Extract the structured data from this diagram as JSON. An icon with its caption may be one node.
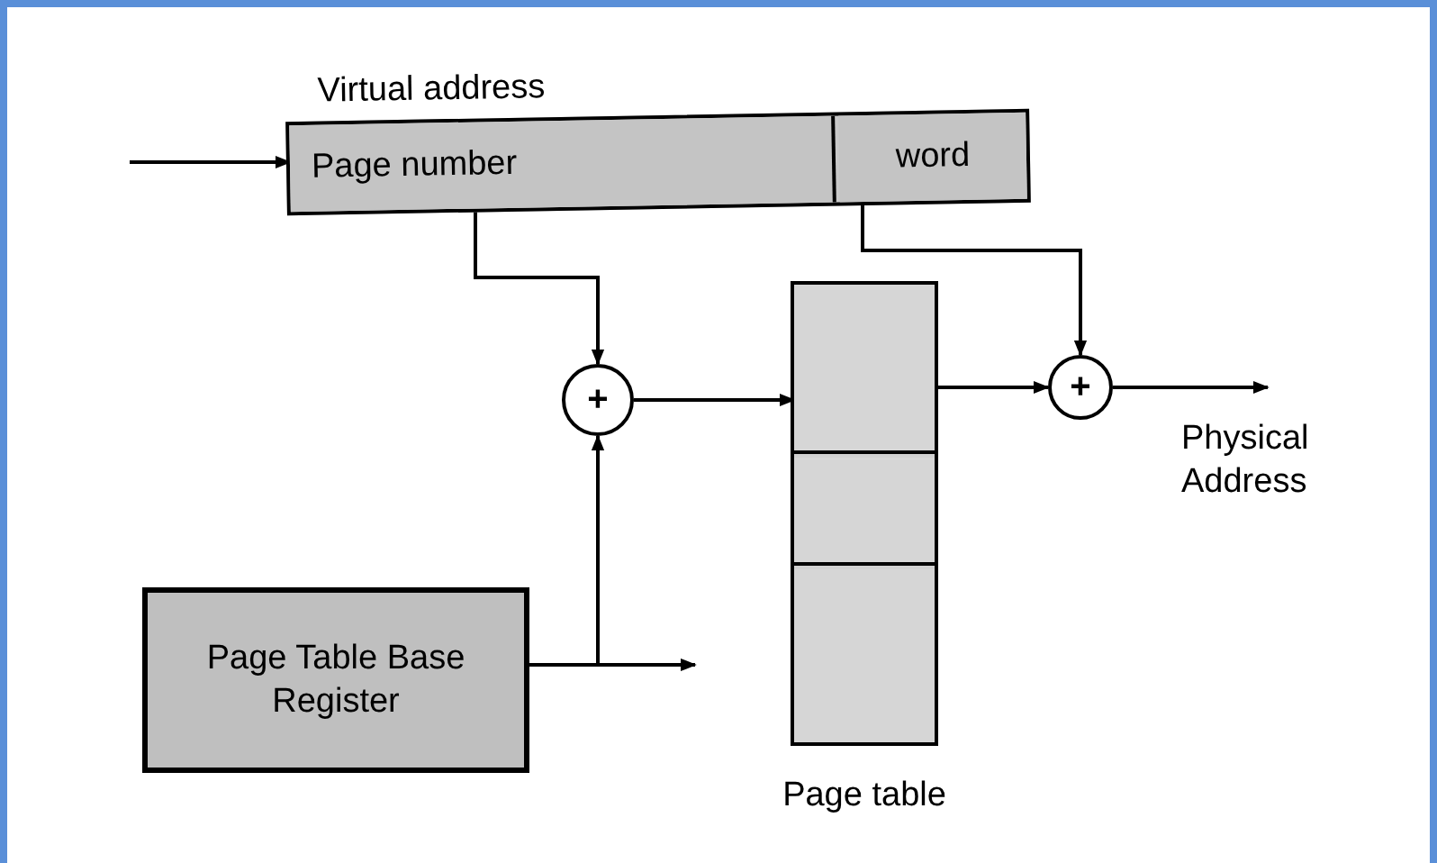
{
  "diagram": {
    "nodes": [
      {
        "text": [
          "Virtual address"
        ]
      },
      {
        "text": [
          "Page number"
        ],
        "in": 0
      },
      {
        "text": [
          "word"
        ],
        "in": 0
      },
      {
        "text": [
          "+"
        ]
      },
      {
        "text": [
          "+"
        ]
      },
      {
        "text": [
          "Page table"
        ]
      },
      {
        "text": [],
        "shape": "box",
        "in": 5
      },
      {
        "text": [],
        "shape": "box",
        "in": 5
      },
      {
        "text": [],
        "shape": "box",
        "in": 5
      },
      {
        "text": [
          "Page Table Base Register"
        ]
      },
      {
        "text": [
          "Physical Address"
        ]
      }
    ],
    "edges": [
      {
        "from": null,
        "to": 1,
        "arrow": "to"
      },
      {
        "from": 1,
        "to": 3,
        "arrow": "to"
      },
      {
        "from": 9,
        "to": 3,
        "arrow": "to"
      },
      {
        "from": 9,
        "to": null,
        "arrow": "to"
      },
      {
        "from": 3,
        "to": 6,
        "arrow": "to"
      },
      {
        "from": 6,
        "to": 4,
        "arrow": "to"
      },
      {
        "from": 2,
        "to": 4,
        "arrow": "to"
      },
      {
        "from": 4,
        "to": 10,
        "arrow": "to"
      }
    ]
  }
}
